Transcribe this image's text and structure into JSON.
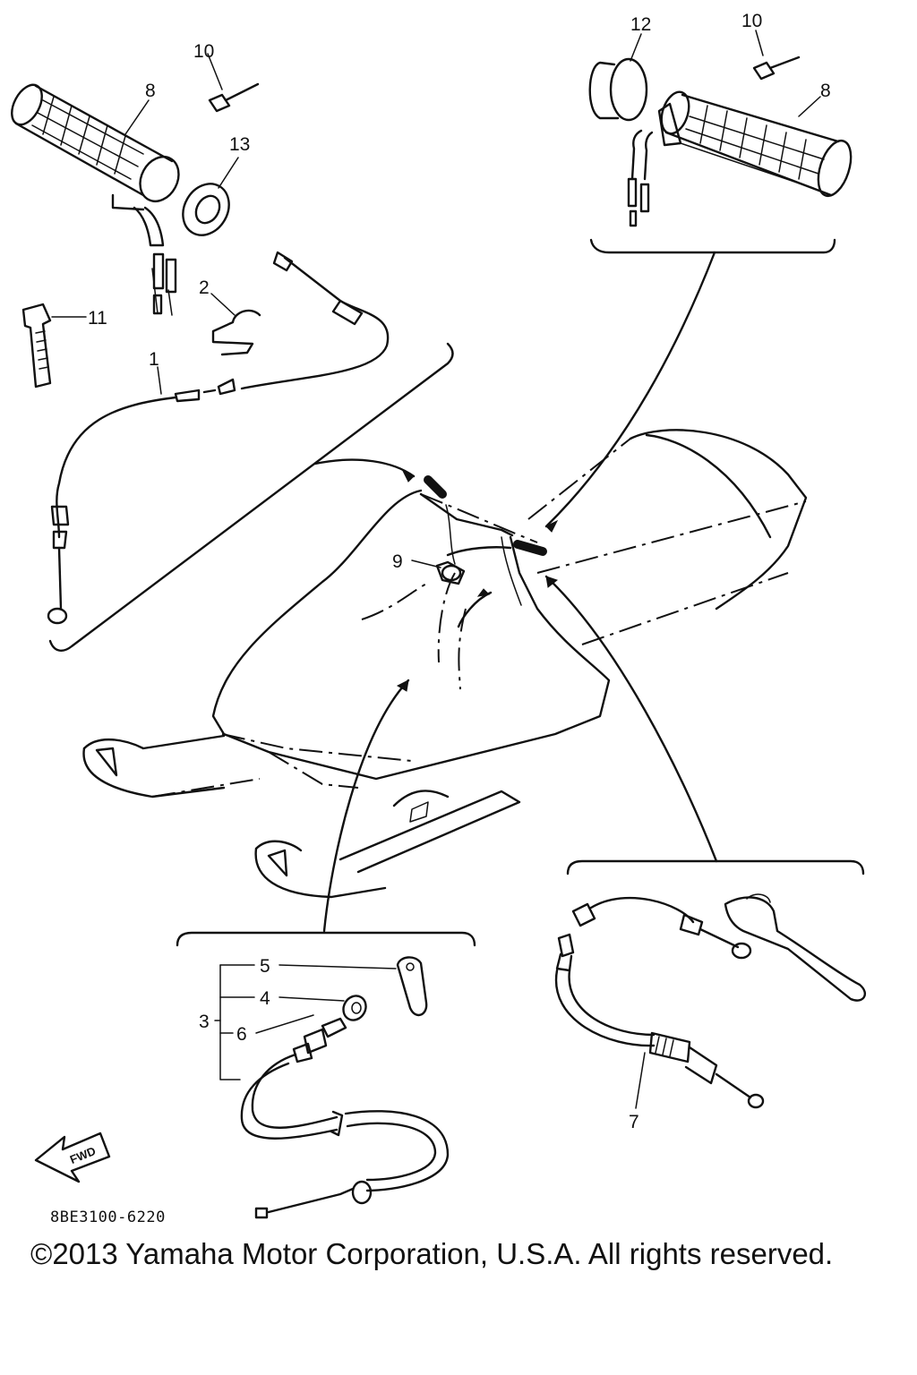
{
  "diagram": {
    "callouts": {
      "p1": "1",
      "p2": "2",
      "p3": "3",
      "p4": "4",
      "p5": "5",
      "p6": "6",
      "p7": "7",
      "p8_left": "8",
      "p8_right": "8",
      "p9": "9",
      "p10_left": "10",
      "p10_right": "10",
      "p11": "11",
      "p12": "12",
      "p13": "13"
    },
    "fwd_label": "FWD",
    "drawing_code": "8BE3100-6220"
  },
  "footer": {
    "copyright": "©2013 Yamaha Motor Corporation, U.S.A. All rights reserved."
  }
}
